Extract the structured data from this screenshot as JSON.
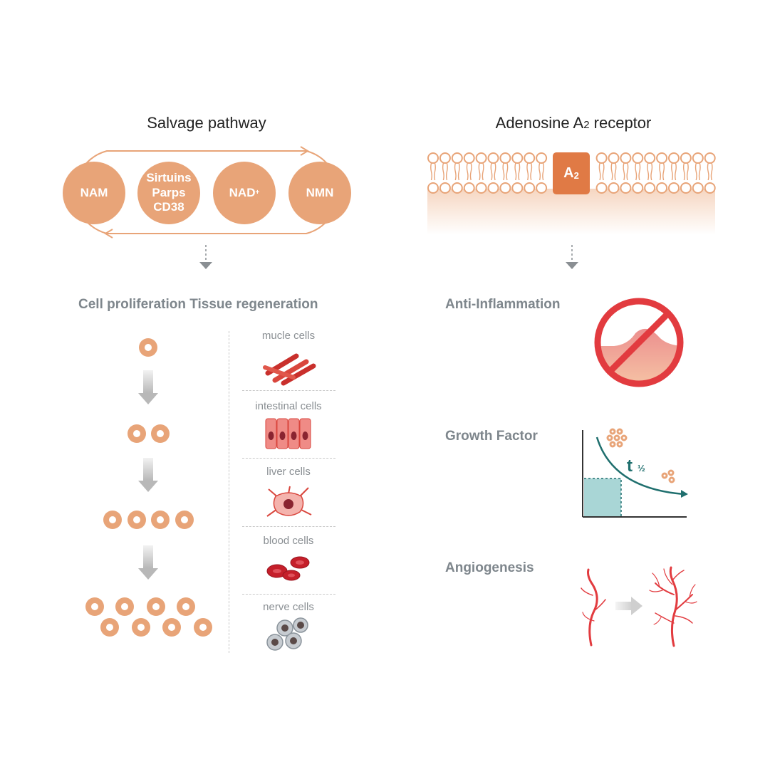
{
  "salvage": {
    "title": "Salvage pathway",
    "nodes": [
      {
        "lines": [
          "NAM"
        ]
      },
      {
        "lines": [
          "Sirtuins",
          "Parps",
          "CD38"
        ]
      },
      {
        "lines": [
          "NAD",
          "+"
        ]
      },
      {
        "lines": [
          "NMN"
        ]
      }
    ]
  },
  "adenosine": {
    "title_main": "Adenosine A",
    "title_sub": "2",
    "title_end": " receptor",
    "receptor_main": "A",
    "receptor_sub": "2"
  },
  "proliferation": {
    "title": "Cell proliferation Tissue regeneration",
    "stages": [
      1,
      2,
      4,
      8
    ]
  },
  "cell_types": [
    {
      "label": "mucle cells",
      "icon": "muscle-cells-icon"
    },
    {
      "label": "intestinal cells",
      "icon": "intestinal-cells-icon"
    },
    {
      "label": "liver cells",
      "icon": "liver-cell-icon"
    },
    {
      "label": "blood cells",
      "icon": "blood-cells-icon"
    },
    {
      "label": "nerve cells",
      "icon": "nerve-cells-icon"
    }
  ],
  "effects": {
    "anti_inflammation": "Anti-Inflammation",
    "growth_factor": "Growth Factor",
    "half_life_t": "t",
    "half_life_sub": "½",
    "angiogenesis": "Angiogenesis"
  },
  "colors": {
    "accent": "#e8a478",
    "receptor": "#e07a45",
    "muted_text": "#7e868c",
    "prohibit_red": "#e23b3f",
    "teal": "#1f6f6e",
    "teal_fill": "#a9d6d6",
    "vessel_red": "#e23b3f"
  }
}
